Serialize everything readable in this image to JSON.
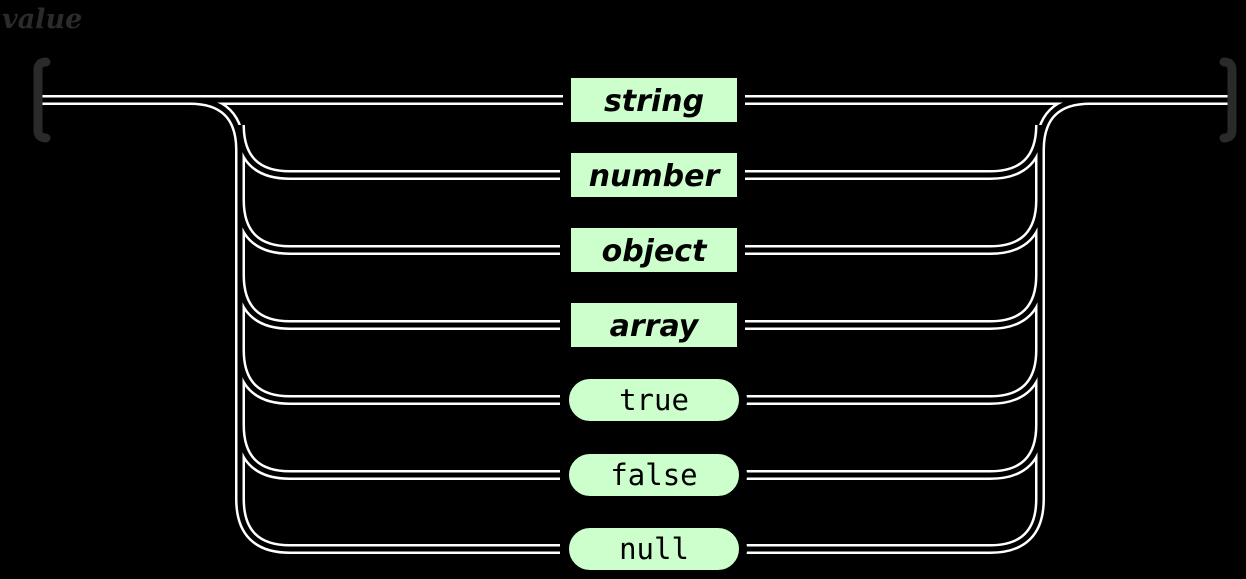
{
  "diagram": {
    "title": "value",
    "title_color": "#2b2b2b",
    "background_color": "#000000",
    "track_color": "#ffffff",
    "box_fill_color": "#ccffcc",
    "box_border_color": "#000000",
    "terminal_bar_color": "#2a2a2a",
    "type": "railroad-syntax-diagram",
    "alternatives": [
      {
        "label": "string",
        "kind": "nonterminal",
        "shape": "rect",
        "row": 1
      },
      {
        "label": "number",
        "kind": "nonterminal",
        "shape": "rect",
        "row": 2
      },
      {
        "label": "object",
        "kind": "nonterminal",
        "shape": "rect",
        "row": 3
      },
      {
        "label": "array",
        "kind": "nonterminal",
        "shape": "rect",
        "row": 4
      },
      {
        "label": "true",
        "kind": "terminal",
        "shape": "pill",
        "row": 5
      },
      {
        "label": "false",
        "kind": "terminal",
        "shape": "pill",
        "row": 6
      },
      {
        "label": "null",
        "kind": "terminal",
        "shape": "pill",
        "row": 7
      }
    ]
  }
}
